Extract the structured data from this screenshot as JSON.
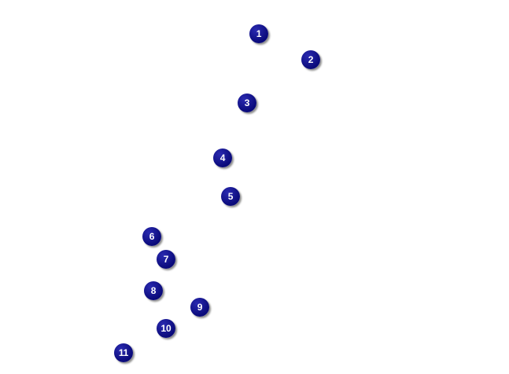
{
  "style": {
    "marker_fill": "#0a0a7a",
    "marker_highlight": "#2a2ab0",
    "marker_text_color": "#ffffff",
    "background": "#ffffff"
  },
  "markers": [
    {
      "label": "1"
    },
    {
      "label": "2"
    },
    {
      "label": "3"
    },
    {
      "label": "4"
    },
    {
      "label": "5"
    },
    {
      "label": "6"
    },
    {
      "label": "7"
    },
    {
      "label": "8"
    },
    {
      "label": "9"
    },
    {
      "label": "10"
    },
    {
      "label": "11"
    }
  ]
}
